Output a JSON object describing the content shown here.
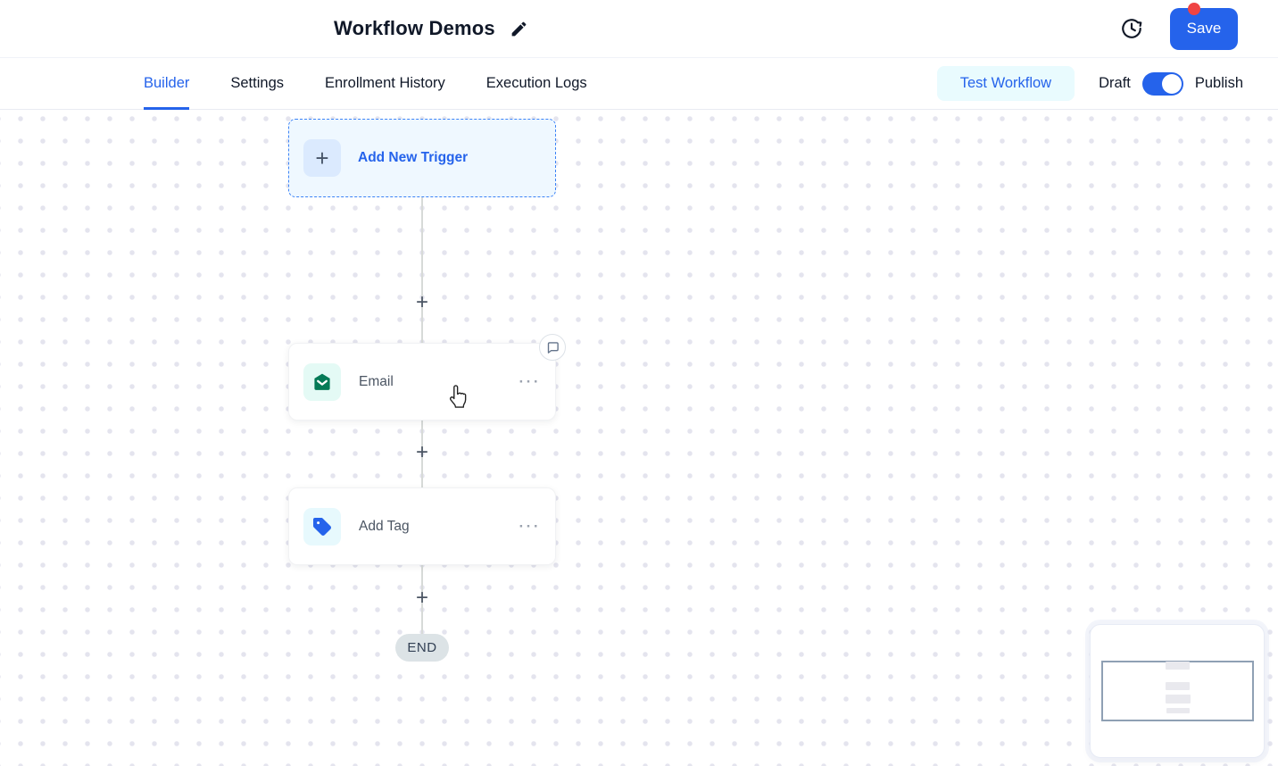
{
  "header": {
    "title": "Workflow Demos",
    "save_label": "Save"
  },
  "tabs": [
    {
      "label": "Builder",
      "active": true
    },
    {
      "label": "Settings",
      "active": false
    },
    {
      "label": "Enrollment History",
      "active": false
    },
    {
      "label": "Execution Logs",
      "active": false
    }
  ],
  "toolbar": {
    "test_workflow_label": "Test Workflow",
    "draft_label": "Draft",
    "publish_label": "Publish",
    "publish_toggle_on": true
  },
  "canvas": {
    "trigger": {
      "label": "Add New Trigger"
    },
    "nodes": [
      {
        "label": "Email",
        "icon": "email-icon"
      },
      {
        "label": "Add Tag",
        "icon": "tag-icon"
      }
    ],
    "end_label": "END"
  },
  "icons": {
    "more": "···",
    "plus": "+"
  },
  "colors": {
    "accent": "#2563eb",
    "save_button": "#2563eb",
    "notification_dot": "#ef4444",
    "trigger_border": "#3b82f6",
    "trigger_bg": "#eff8ff",
    "email_icon": "#067a57",
    "email_icon_bg": "#e4faf5",
    "tag_icon": "#2563eb",
    "tag_icon_bg": "#e7f9fd",
    "test_workflow_bg": "#e9fbfe",
    "end_pill_bg": "#dce3e6",
    "canvas_dot": "#e4e4ee"
  }
}
